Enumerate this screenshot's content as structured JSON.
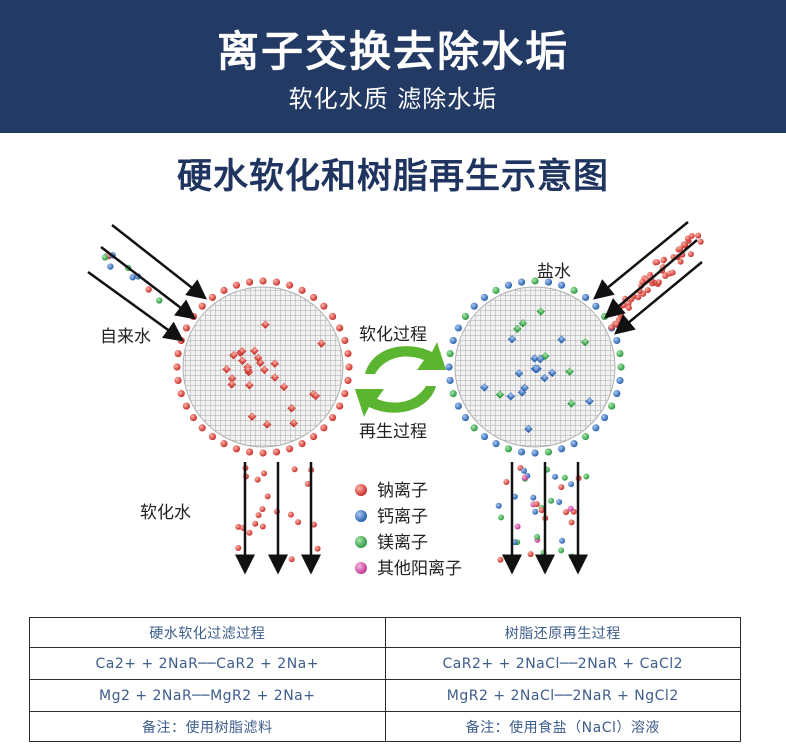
{
  "banner": {
    "title": "离子交换去除水垢",
    "subtitle": "软化水质 滤除水垢"
  },
  "diagram": {
    "title": "硬水软化和树脂再生示意图",
    "labels": {
      "tap_water": "自来水",
      "brine": "盐水",
      "softening": "软化过程",
      "regeneration": "再生过程",
      "soft_water": "软化水"
    },
    "legend": [
      {
        "label": "钠离子",
        "color": "#c8312c"
      },
      {
        "label": "钙离子",
        "color": "#2a62ad"
      },
      {
        "label": "镁离子",
        "color": "#2d9a45"
      },
      {
        "label": "其他阳离子",
        "color": "#c23a95"
      }
    ],
    "colors": {
      "sodium": "#c8312c",
      "calcium": "#2a62ad",
      "magnesium": "#2d9a45",
      "other": "#c23a95",
      "arrow_green": "#5cb531",
      "resin_gray": "#bdbdbd"
    }
  },
  "table": {
    "headers": [
      "硬水软化过滤过程",
      "树脂还原再生过程"
    ],
    "rows": [
      [
        "Ca2+ + 2NaR──CaR2 + 2Na+",
        "CaR2+ + 2NaCl──2NaR + CaCl2"
      ],
      [
        "Mg2 + 2NaR──MgR2 + 2Na+",
        "MgR2 + 2NaCl──2NaR + NgCl2"
      ],
      [
        "备注：使用树脂滤料",
        "备注：使用食盐（NaCl）溶液"
      ]
    ]
  }
}
